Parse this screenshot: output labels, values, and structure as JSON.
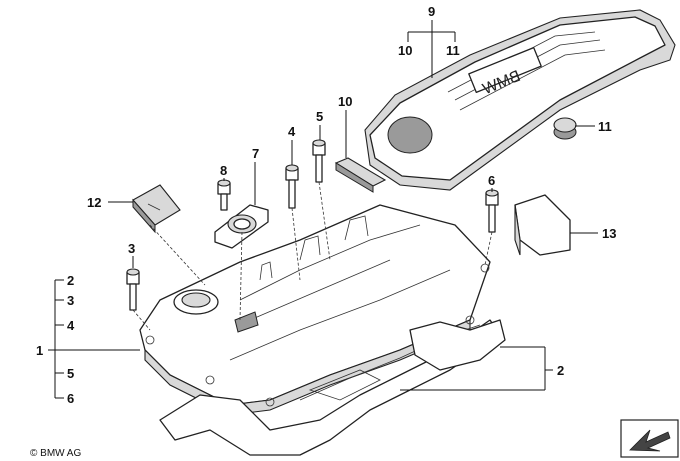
{
  "callouts": {
    "c9_top": "9",
    "c10_top": "10",
    "c11_top": "11",
    "c10": "10",
    "c11": "11",
    "c5": "5",
    "c4": "4",
    "c7": "7",
    "c8": "8",
    "c12": "12",
    "c6": "6",
    "c13": "13",
    "c3": "3",
    "c1": "1",
    "c2_list": "2",
    "c3_list": "3",
    "c4_list": "4",
    "c5_list": "5",
    "c6_list": "6",
    "c2_right": "2"
  },
  "cover_logo_text": "BMW",
  "copyright": "© BMW AG",
  "nav": {
    "arrow_icon": "diagonal-arrow-icon"
  }
}
